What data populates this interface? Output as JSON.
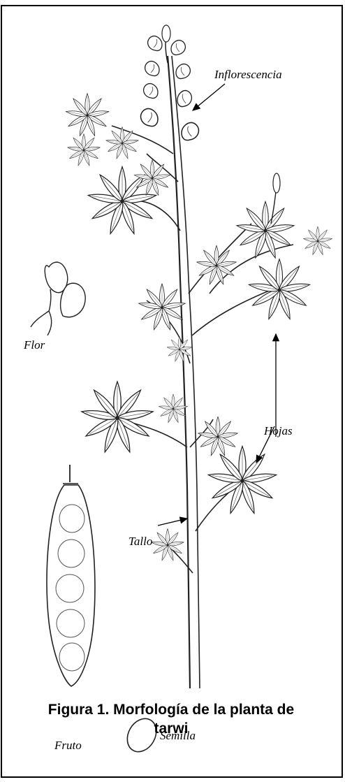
{
  "labels": {
    "inflorescencia": "Inflorescencia",
    "flor": "Flor",
    "hojas": "Hojas",
    "tallo": "Tallo",
    "fruto": "Fruto",
    "semilla": "Semilla"
  },
  "caption": {
    "line1": "Figura 1. Morfología de la planta de",
    "line2": "tarwi"
  }
}
